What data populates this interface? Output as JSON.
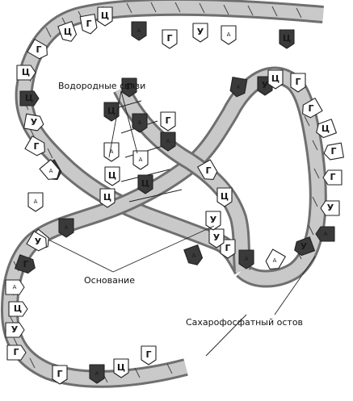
{
  "labels": {
    "hydrogen_bonds": "Водородные связи",
    "base": "Основание",
    "backbone": "Сахарофосфатный остов"
  },
  "bases": [
    {
      "letter": "Г"
    },
    {
      "letter": "А"
    },
    {
      "letter": "Ц"
    },
    {
      "letter": "Г"
    },
    {
      "letter": "Г"
    },
    {
      "letter": "У"
    },
    {
      "letter": "Ц"
    },
    {
      "letter": "А"
    },
    {
      "letter": "Г"
    },
    {
      "letter": "Г"
    },
    {
      "letter": "А"
    },
    {
      "letter": "А"
    },
    {
      "letter": "У"
    },
    {
      "letter": "А"
    },
    {
      "letter": "Ц"
    },
    {
      "letter": "Ц"
    },
    {
      "letter": "Г"
    },
    {
      "letter": "А"
    },
    {
      "letter": "Г"
    },
    {
      "letter": "У"
    },
    {
      "letter": "Ц"
    },
    {
      "letter": "Г"
    },
    {
      "letter": "Ц"
    },
    {
      "letter": "А"
    },
    {
      "letter": "Г"
    },
    {
      "letter": "У"
    },
    {
      "letter": "А"
    },
    {
      "letter": "Ц"
    },
    {
      "letter": "А"
    },
    {
      "letter": "У"
    },
    {
      "letter": "Ц"
    },
    {
      "letter": "Г"
    },
    {
      "letter": "Г"
    },
    {
      "letter": "Ц"
    },
    {
      "letter": "Г"
    },
    {
      "letter": "Г"
    },
    {
      "letter": "У"
    },
    {
      "letter": "А"
    },
    {
      "letter": "У"
    },
    {
      "letter": "А"
    },
    {
      "letter": "А"
    },
    {
      "letter": "Г"
    },
    {
      "letter": "У"
    },
    {
      "letter": "А"
    },
    {
      "letter": "У"
    },
    {
      "letter": "Ц"
    },
    {
      "letter": "Г"
    },
    {
      "letter": "А"
    },
    {
      "letter": "А"
    },
    {
      "letter": "Ц"
    },
    {
      "letter": "Ц"
    },
    {
      "letter": "Ц"
    },
    {
      "letter": "А"
    },
    {
      "letter": "Г"
    },
    {
      "letter": "А"
    },
    {
      "letter": "Ц"
    },
    {
      "letter": "Г"
    }
  ]
}
